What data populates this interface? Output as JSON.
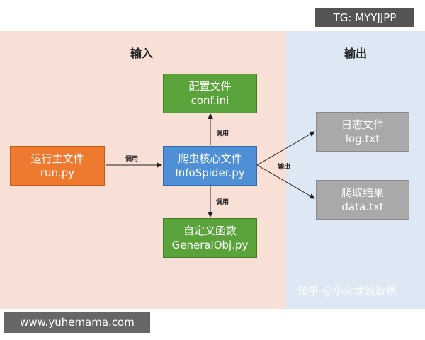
{
  "watermark_top": "TG: MYYJJPP",
  "watermark_bottom": "www.yuhemama.com",
  "watermark_zhihu": "知乎 @小火龙说数据",
  "regions": {
    "input": "输入",
    "output": "输出"
  },
  "nodes": {
    "config": {
      "line1": "配置文件",
      "line2": "conf.ini"
    },
    "run": {
      "line1": "运行主文件",
      "line2": "run.py"
    },
    "spider": {
      "line1": "爬虫核心文件",
      "line2": "InfoSpider.py"
    },
    "general": {
      "line1": "自定义函数",
      "line2": "GeneralObj.py"
    },
    "log": {
      "line1": "日志文件",
      "line2": "log.txt"
    },
    "data": {
      "line1": "爬取结果",
      "line2": "data.txt"
    }
  },
  "edges": {
    "run_to_spider": "调用",
    "spider_to_config": "调用",
    "spider_to_general": "调用",
    "spider_to_output": "输出"
  },
  "colors": {
    "input_bg": "#f9e0d6",
    "output_bg": "#dde8f4",
    "green": "#5aa33a",
    "orange": "#ee7a2f",
    "blue": "#4e8fd6",
    "grey": "#a9a9a9"
  }
}
